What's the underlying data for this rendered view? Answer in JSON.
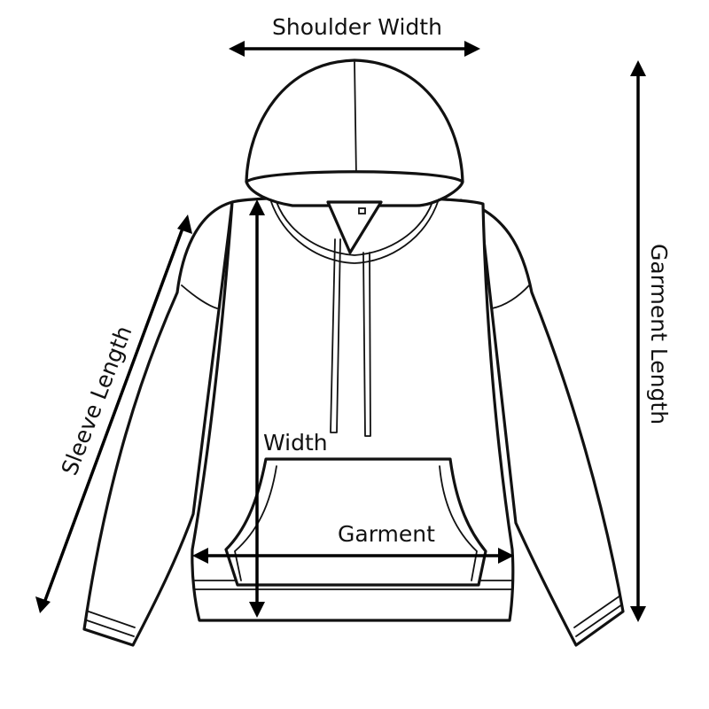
{
  "labels": {
    "shoulder_width": "Shoulder Width",
    "garment_length": "Garment Length",
    "sleeve_length": "Sleeve Length",
    "width": "Width",
    "garment": "Garment"
  },
  "colors": {
    "line": "#111111",
    "background": "#ffffff"
  }
}
